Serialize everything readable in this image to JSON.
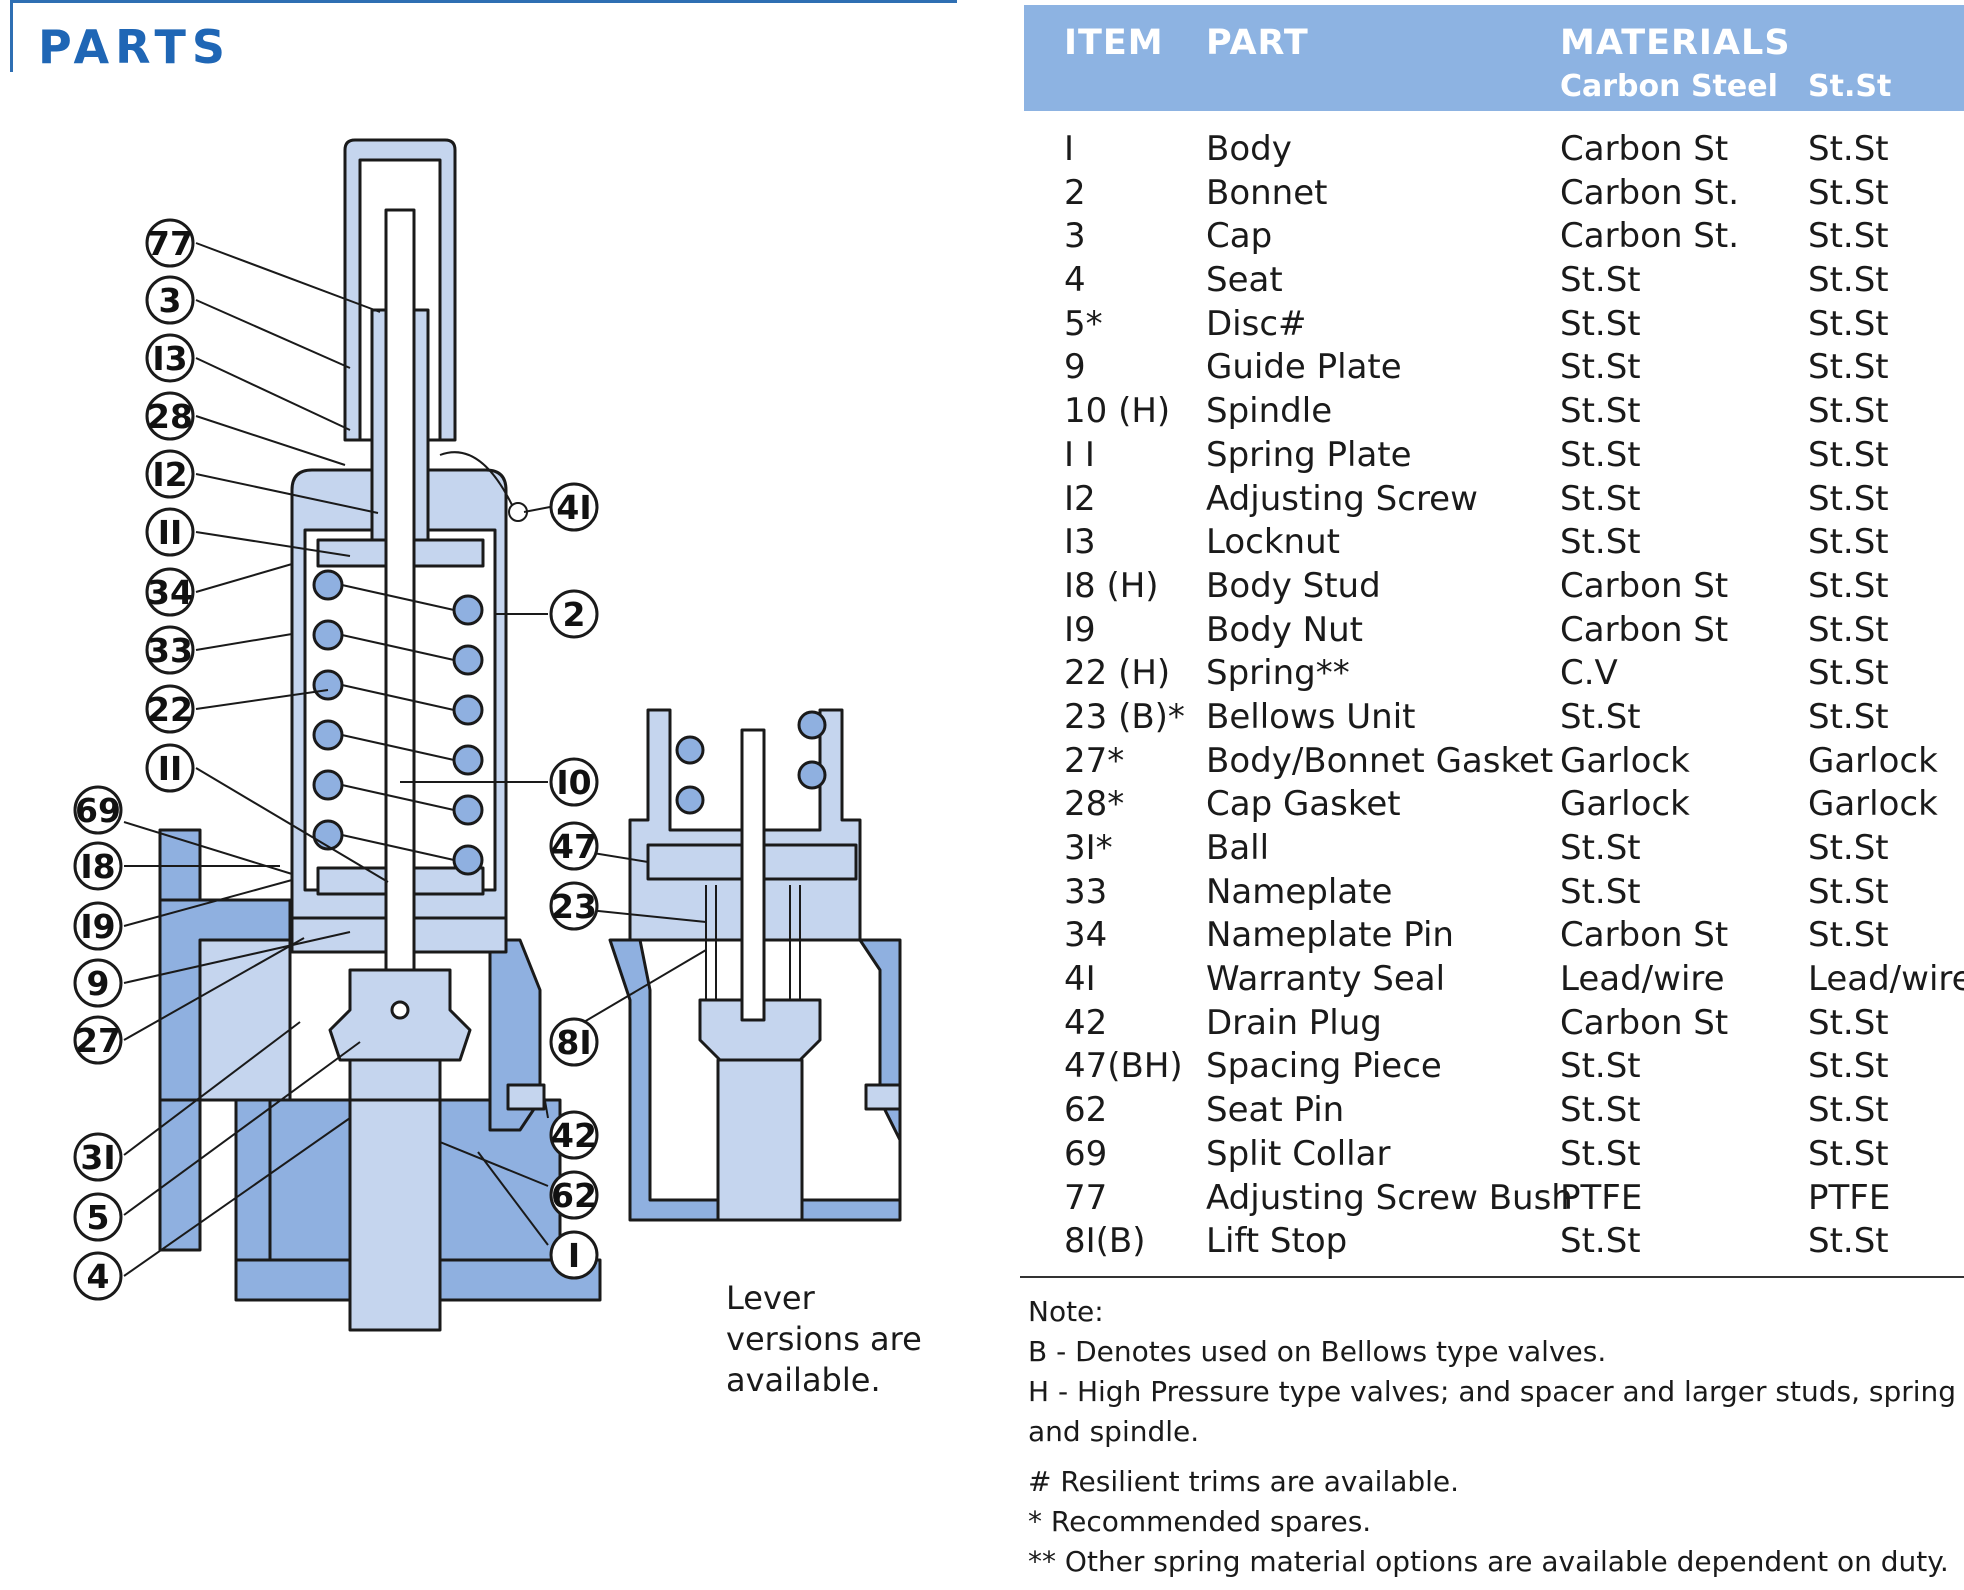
{
  "title": "PARTS",
  "lever_note": "Lever versions are available.",
  "table": {
    "headers": {
      "item": "ITEM",
      "part": "PART",
      "materials": "MATERIALS",
      "carbon_steel": "Carbon Steel",
      "stst": "St.St"
    },
    "rows": [
      {
        "item": "I",
        "part": "Body",
        "carbon": "Carbon St",
        "stst": "St.St"
      },
      {
        "item": "2",
        "part": "Bonnet",
        "carbon": "Carbon St.",
        "stst": "St.St"
      },
      {
        "item": "3",
        "part": "Cap",
        "carbon": "Carbon St.",
        "stst": "St.St"
      },
      {
        "item": "4",
        "part": "Seat",
        "carbon": "St.St",
        "stst": "St.St"
      },
      {
        "item": "5*",
        "part": "Disc#",
        "carbon": "St.St",
        "stst": "St.St"
      },
      {
        "item": "9",
        "part": "Guide Plate",
        "carbon": "St.St",
        "stst": "St.St"
      },
      {
        "item": "10 (H)",
        "part": "Spindle",
        "carbon": "St.St",
        "stst": "St.St"
      },
      {
        "item": "I I",
        "part": "Spring Plate",
        "carbon": "St.St",
        "stst": "St.St"
      },
      {
        "item": "I2",
        "part": "Adjusting Screw",
        "carbon": "St.St",
        "stst": "St.St"
      },
      {
        "item": "I3",
        "part": "Locknut",
        "carbon": "St.St",
        "stst": "St.St"
      },
      {
        "item": "I8 (H)",
        "part": "Body Stud",
        "carbon": "Carbon St",
        "stst": "St.St"
      },
      {
        "item": "I9",
        "part": "Body Nut",
        "carbon": "Carbon St",
        "stst": "St.St"
      },
      {
        "item": "22 (H)",
        "part": "Spring**",
        "carbon": "C.V",
        "stst": "St.St"
      },
      {
        "item": "23 (B)*",
        "part": "Bellows Unit",
        "carbon": "St.St",
        "stst": "St.St"
      },
      {
        "item": "27*",
        "part": "Body/Bonnet Gasket",
        "carbon": "Garlock",
        "stst": "Garlock"
      },
      {
        "item": "28*",
        "part": "Cap Gasket",
        "carbon": "Garlock",
        "stst": "Garlock"
      },
      {
        "item": "3I*",
        "part": "Ball",
        "carbon": "St.St",
        "stst": "St.St"
      },
      {
        "item": "33",
        "part": "Nameplate",
        "carbon": "St.St",
        "stst": "St.St"
      },
      {
        "item": "34",
        "part": "Nameplate Pin",
        "carbon": "Carbon St",
        "stst": "St.St"
      },
      {
        "item": "4I",
        "part": "Warranty Seal",
        "carbon": "Lead/wire",
        "stst": "Lead/wire"
      },
      {
        "item": "42",
        "part": "Drain Plug",
        "carbon": "Carbon St",
        "stst": "St.St"
      },
      {
        "item": "47(BH)",
        "part": "Spacing Piece",
        "carbon": "St.St",
        "stst": "St.St"
      },
      {
        "item": "62",
        "part": "Seat Pin",
        "carbon": "St.St",
        "stst": "St.St"
      },
      {
        "item": "69",
        "part": "Split Collar",
        "carbon": "St.St",
        "stst": "St.St"
      },
      {
        "item": "77",
        "part": "Adjusting Screw Bush",
        "carbon": "PTFE",
        "stst": "PTFE"
      },
      {
        "item": "8I(B)",
        "part": "Lift Stop",
        "carbon": "St.St",
        "stst": "St.St"
      }
    ]
  },
  "notes": {
    "heading": "Note:",
    "b": "B - Denotes used on Bellows type valves.",
    "h": "H - High Pressure type valves; and spacer and larger studs, spring and spindle.",
    "hash": "# Resilient trims are available.",
    "star": "* Recommended spares.",
    "dstar": "** Other spring material options are available dependent on duty."
  },
  "callouts_left": [
    "77",
    "3",
    "I3",
    "28",
    "I2",
    "II",
    "34",
    "33",
    "22",
    "II",
    "69",
    "I8",
    "I9",
    "9",
    "27",
    "3I",
    "5",
    "4"
  ],
  "callouts_right": [
    "4I",
    "2",
    "I0",
    "47",
    "23",
    "8I",
    "42",
    "62",
    "I"
  ],
  "colors": {
    "fill": "#c5d5ee",
    "dark_fill": "#8fb0e0",
    "outline": "#1a1a1a",
    "accent": "#1f66b5",
    "header_bg": "#8db3e2"
  }
}
